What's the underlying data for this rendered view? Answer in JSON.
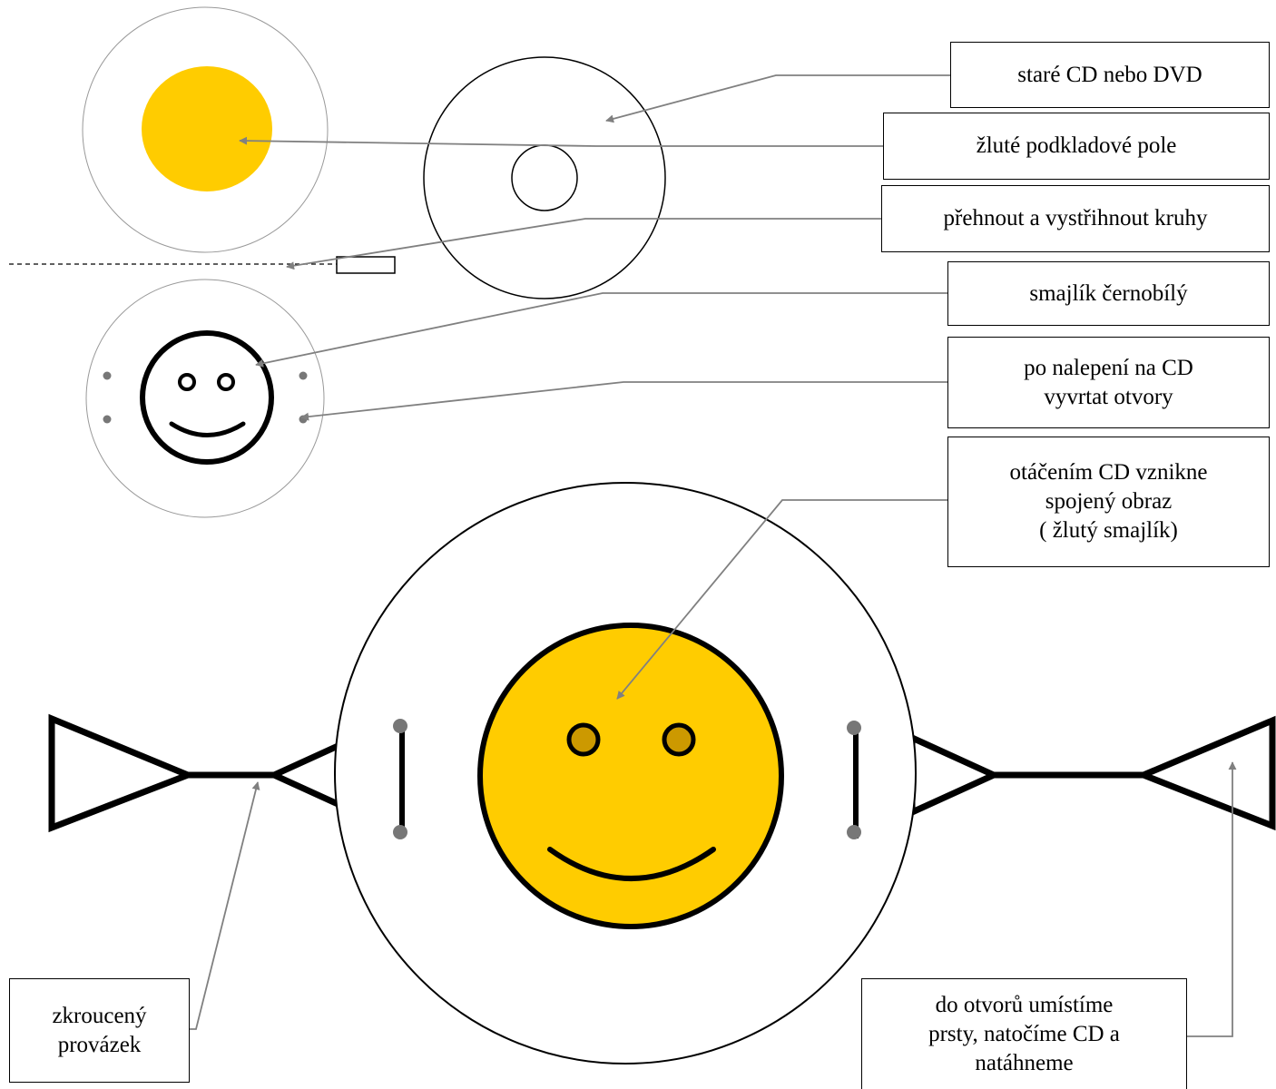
{
  "labels": {
    "cd_dvd": "staré CD nebo DVD",
    "yellow_field": "žluté podkladové pole",
    "fold_cut": "přehnout a vystřihnout kruhy",
    "smiley_bw": "smajlík černobílý",
    "drill_holes": "po nalepení na CD\nvyvrtat otvory",
    "combined_image": "otáčením CD vznikne\nspojený obraz\n( žlutý smajlík)",
    "twisted_string": "zkroucený\nprovázek",
    "instructions": "do otvorů umístíme\nprsty, natočíme CD a\nnatáhneme"
  },
  "colors": {
    "yellow": "#FFCC00",
    "eye_fill": "#CC9900",
    "pointer_gray": "#808080",
    "hole_gray": "#777777",
    "outline": "#000000"
  }
}
